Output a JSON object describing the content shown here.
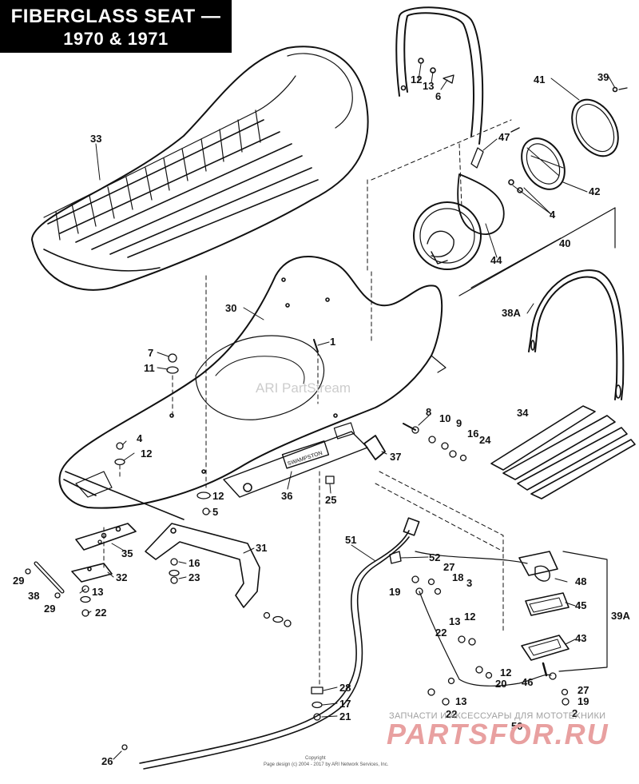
{
  "title": {
    "line1": "FIBERGLASS SEAT —",
    "line2": "1970 & 1971"
  },
  "callouts": [
    {
      "id": "c12a",
      "text": "12"
    },
    {
      "id": "c13a",
      "text": "13"
    },
    {
      "id": "c6",
      "text": "6"
    },
    {
      "id": "c41",
      "text": "41"
    },
    {
      "id": "c39",
      "text": "39"
    },
    {
      "id": "c33",
      "text": "33"
    },
    {
      "id": "c47",
      "text": "47"
    },
    {
      "id": "c42",
      "text": "42"
    },
    {
      "id": "c4a",
      "text": "4"
    },
    {
      "id": "c40",
      "text": "40"
    },
    {
      "id": "c44",
      "text": "44"
    },
    {
      "id": "c38A",
      "text": "38A"
    },
    {
      "id": "c30",
      "text": "30"
    },
    {
      "id": "c1",
      "text": "1"
    },
    {
      "id": "c7",
      "text": "7"
    },
    {
      "id": "c11",
      "text": "11"
    },
    {
      "id": "c8",
      "text": "8"
    },
    {
      "id": "c10",
      "text": "10"
    },
    {
      "id": "c9",
      "text": "9"
    },
    {
      "id": "c16a",
      "text": "16"
    },
    {
      "id": "c24",
      "text": "24"
    },
    {
      "id": "c34",
      "text": "34"
    },
    {
      "id": "c4b",
      "text": "4"
    },
    {
      "id": "c12b",
      "text": "12"
    },
    {
      "id": "c37",
      "text": "37"
    },
    {
      "id": "c12c",
      "text": "12"
    },
    {
      "id": "c5",
      "text": "5"
    },
    {
      "id": "c36",
      "text": "36"
    },
    {
      "id": "c25",
      "text": "25"
    },
    {
      "id": "c35",
      "text": "35"
    },
    {
      "id": "c31",
      "text": "31"
    },
    {
      "id": "c51",
      "text": "51"
    },
    {
      "id": "c52",
      "text": "52"
    },
    {
      "id": "c27a",
      "text": "27"
    },
    {
      "id": "c18",
      "text": "18"
    },
    {
      "id": "c3",
      "text": "3"
    },
    {
      "id": "c19a",
      "text": "19"
    },
    {
      "id": "c48",
      "text": "48"
    },
    {
      "id": "c45",
      "text": "45"
    },
    {
      "id": "c39A",
      "text": "39A"
    },
    {
      "id": "c29a",
      "text": "29"
    },
    {
      "id": "c32",
      "text": "32"
    },
    {
      "id": "c16b",
      "text": "16"
    },
    {
      "id": "c23",
      "text": "23"
    },
    {
      "id": "c38",
      "text": "38"
    },
    {
      "id": "c13b",
      "text": "13"
    },
    {
      "id": "c29b",
      "text": "29"
    },
    {
      "id": "c22a",
      "text": "22"
    },
    {
      "id": "c13c",
      "text": "13"
    },
    {
      "id": "c12d",
      "text": "12"
    },
    {
      "id": "c22b",
      "text": "22"
    },
    {
      "id": "c43",
      "text": "43"
    },
    {
      "id": "c12e",
      "text": "12"
    },
    {
      "id": "c20",
      "text": "20"
    },
    {
      "id": "c46",
      "text": "46"
    },
    {
      "id": "c28",
      "text": "28"
    },
    {
      "id": "c27b",
      "text": "27"
    },
    {
      "id": "c19b",
      "text": "19"
    },
    {
      "id": "c17",
      "text": "17"
    },
    {
      "id": "c13d",
      "text": "13"
    },
    {
      "id": "c2",
      "text": "2"
    },
    {
      "id": "c21",
      "text": "21"
    },
    {
      "id": "c22c",
      "text": "22"
    },
    {
      "id": "c50",
      "text": "50"
    },
    {
      "id": "c26",
      "text": "26"
    }
  ],
  "plate_text": "SWAMPSTON",
  "watermark": "ARI PartStream",
  "brand": {
    "subtitle": "ЗАПЧАСТИ И АКСЕССУАРЫ ДЛЯ МОТОТЕХНИКИ",
    "name": "PARTSFOR.RU"
  },
  "copyright": {
    "line1": "Copyright",
    "line2": "Page design (c) 2004 - 2017 by ARI Network Services, Inc."
  },
  "colors": {
    "ink": "#111111",
    "title_bg": "#000000",
    "title_text": "#ffffff",
    "watermark": "#cccccc",
    "brand": "#e8a0a0"
  }
}
